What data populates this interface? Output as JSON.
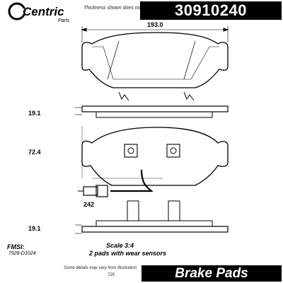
{
  "header": {
    "brand": "Centric",
    "brand_sub": "Parts",
    "thickness_note": "Thickness shown does not include shim",
    "part_number": "30910240"
  },
  "dimensions": {
    "width": "193.0",
    "thickness_top": "19.1",
    "height": "72.4",
    "wire_length": "242",
    "thickness_bottom": "19.1"
  },
  "info": {
    "fmsi_label": "FMSI:",
    "fmsi_value": "7928-D1024",
    "scale": "Scale 3:4",
    "sensor_note": "2 pads with wear sensors"
  },
  "footer": {
    "note": "Some details may vary from illustration",
    "page_code": "725",
    "category": "Brake Pads"
  }
}
